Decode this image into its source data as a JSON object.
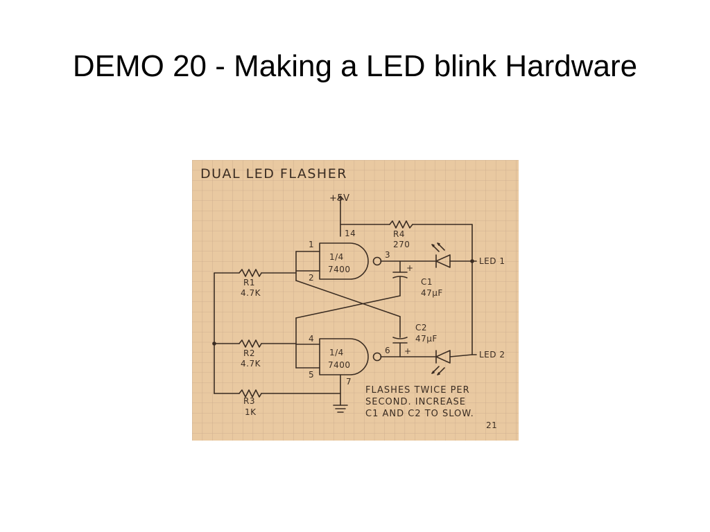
{
  "slide": {
    "title": "DEMO 20 - Making a LED blink Hardware"
  },
  "schematic": {
    "heading": "DUAL LED FLASHER",
    "supply": "+5V",
    "paper_color": "#e9c9a1",
    "grid_color": "#c9a98a",
    "ink_color": "#3a2c22",
    "gate1": {
      "fraction": "1/4",
      "part": "7400",
      "pin_a": "1",
      "pin_b": "2",
      "pin_out": "3",
      "pin_vcc": "14"
    },
    "gate2": {
      "fraction": "1/4",
      "part": "7400",
      "pin_a": "4",
      "pin_b": "5",
      "pin_out": "6",
      "pin_gnd": "7"
    },
    "r1": {
      "name": "R1",
      "value": "4.7K"
    },
    "r2": {
      "name": "R2",
      "value": "4.7K"
    },
    "r3": {
      "name": "R3",
      "value": "1K"
    },
    "r4": {
      "name": "R4",
      "value": "270"
    },
    "c1": {
      "name": "C1",
      "value": "47µF",
      "polarity": "+"
    },
    "c2": {
      "name": "C2",
      "value": "47µF",
      "polarity": "+"
    },
    "led1": "LED 1",
    "led2": "LED 2",
    "note": [
      "FLASHES TWICE PER",
      "SECOND. INCREASE",
      "C1 AND C2 TO SLOW."
    ],
    "page_number": "21"
  }
}
